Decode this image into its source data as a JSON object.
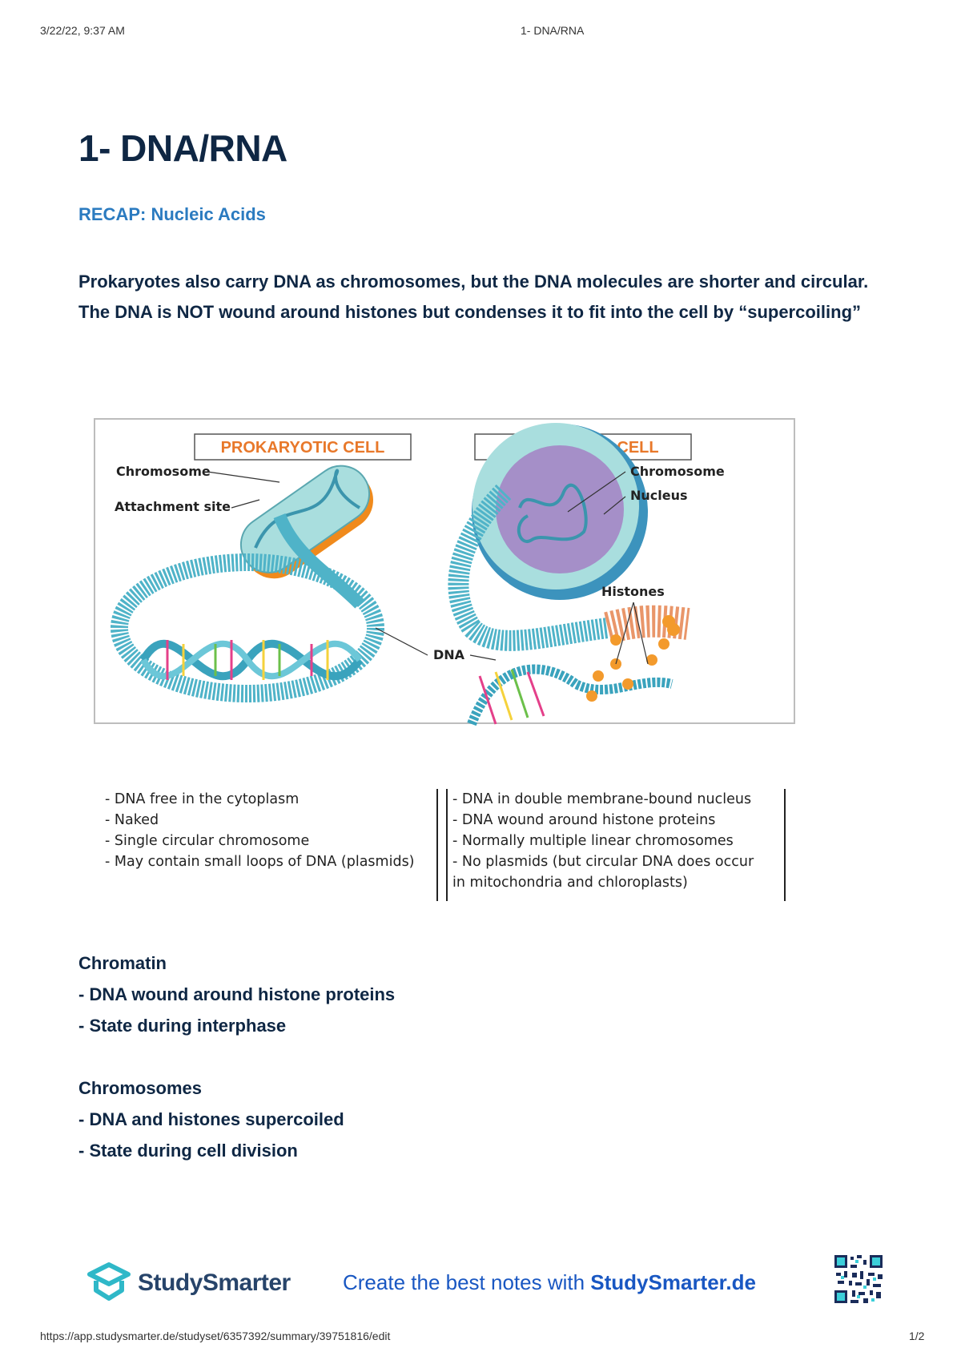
{
  "header": {
    "datetime": "3/22/22, 9:37 AM",
    "doc_title": "1- DNA/RNA"
  },
  "title": "1- DNA/RNA",
  "recap": "RECAP: Nucleic Acids",
  "paragraph": {
    "line1": "Prokaryotes also carry DNA as chromosomes, but the DNA molecules are shorter and circular.",
    "line2": "The DNA is NOT wound around histones but condenses it to fit into the cell by “supercoiling”"
  },
  "figure": {
    "prokaryotic_title": "PROKARYOTIC CELL",
    "eukaryotic_title": "EUKARYOTIC CELL",
    "label_chromosome_left": "Chromosome",
    "label_attachment": "Attachment site",
    "label_chromosome_right": "Chromosome",
    "label_nucleus": "Nucleus",
    "label_histones": "Histones",
    "label_dna": "DNA",
    "colors": {
      "title_orange": "#e8782a",
      "dna_blue": "#4fb3c8",
      "cell_orange": "#f08a1c",
      "nucleus_purple": "#a58fc8",
      "histone_orange": "#f39a2c"
    }
  },
  "comparison": {
    "prokaryotic": [
      "- DNA free in the cytoplasm",
      "- Naked",
      "- Single circular chromosome",
      "- May contain small loops of DNA (plasmids)"
    ],
    "eukaryotic": [
      "- DNA in double membrane-bound nucleus",
      "- DNA wound around histone proteins",
      "- Normally multiple linear chromosomes",
      "- No plasmids (but circular DNA does occur in mitochondria and chloroplasts)"
    ]
  },
  "chromatin": {
    "title": "Chromatin",
    "items": [
      "- DNA wound around histone proteins",
      "- State during interphase"
    ]
  },
  "chromosomes": {
    "title": "Chromosomes",
    "items": [
      "- DNA and histones supercoiled",
      "- State during cell division"
    ]
  },
  "brand": {
    "name": "StudySmarter",
    "promo_text": "Create the best notes with ",
    "promo_link": "StudySmarter.de"
  },
  "footer": {
    "url": "https://app.studysmarter.de/studyset/6357392/summary/39751816/edit",
    "page": "1/2"
  }
}
